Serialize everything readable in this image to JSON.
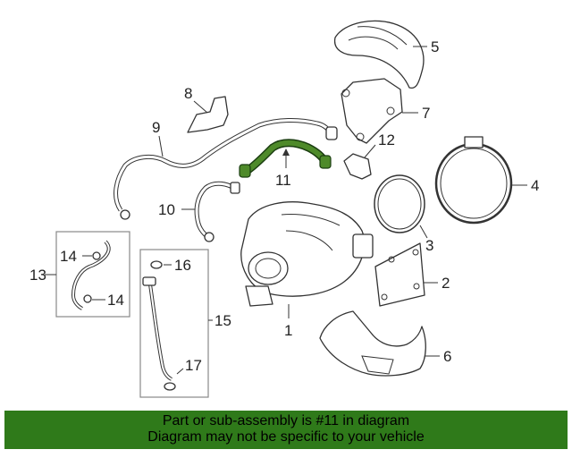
{
  "callouts": {
    "c1": "1",
    "c2": "2",
    "c3": "3",
    "c4": "4",
    "c5": "5",
    "c6": "6",
    "c7": "7",
    "c8": "8",
    "c9": "9",
    "c10": "10",
    "c11": "11",
    "c12": "12",
    "c13": "13",
    "c14a": "14",
    "c14b": "14",
    "c15": "15",
    "c16": "16",
    "c17": "17"
  },
  "colors": {
    "highlight": "#4e8a2a",
    "banner": "#2f7a1a"
  },
  "banner": {
    "line1": "Part or sub-assembly is #11 in diagram",
    "line2": "Diagram may not be specific to your vehicle"
  }
}
